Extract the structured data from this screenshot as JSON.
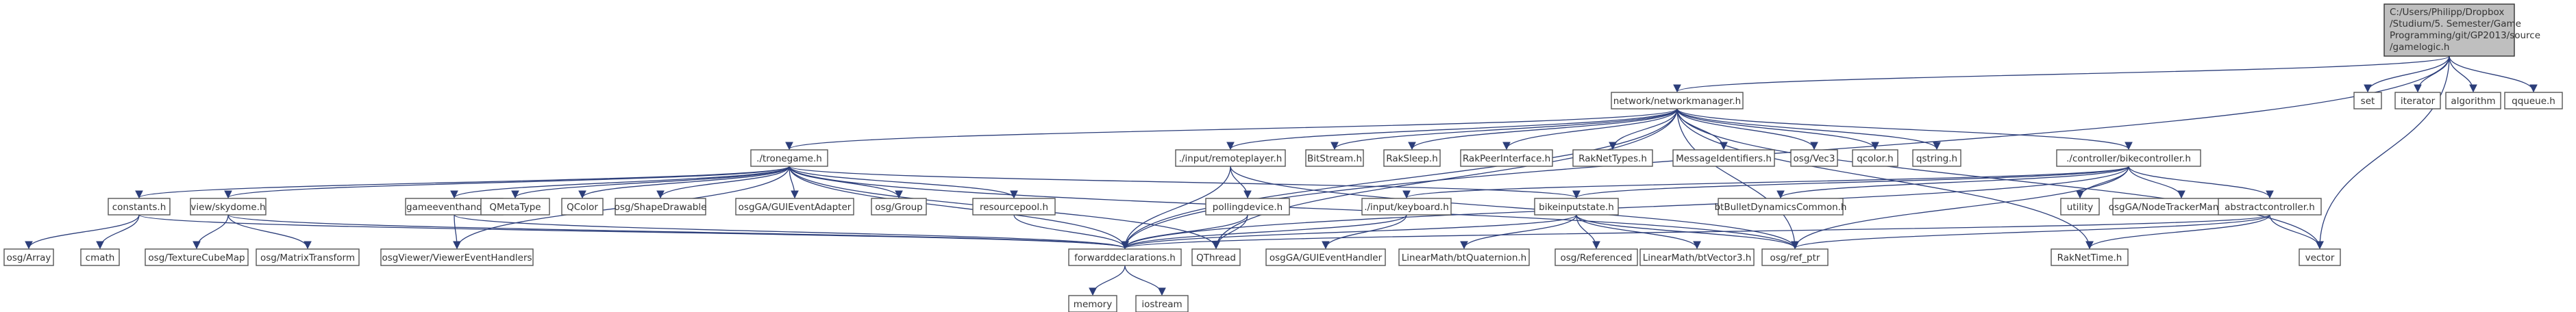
{
  "root": {
    "lines": [
      "C:/Users/Philipp/Dropbox",
      "/Studium/5. Semester/Game",
      "Programming/git/GP2013/source",
      "/gamelogic.h"
    ]
  },
  "nodes": {
    "set": "set",
    "iterator": "iterator",
    "algorithm": "algorithm",
    "qqueue": "qqueue.h",
    "networkmanager": "network/networkmanager.h",
    "vector": "vector",
    "tronengame": "./tronegame.h",
    "remoteplayer": "./input/remoteplayer.h",
    "bitstream": "BitStream.h",
    "raksleep": "RakSleep.h",
    "rakpeerinterface": "RakPeerInterface.h",
    "raknettypes": "RakNetTypes.h",
    "messageidentifiers": "MessageIdentifiers.h",
    "osgvec3": "osg/Vec3",
    "qcolor_h": "qcolor.h",
    "qstring": "qstring.h",
    "bikecontroller": "./controller/bikecontroller.h",
    "constants": "constants.h",
    "skydome": "view/skydome.h",
    "gameeventhandler": "gameeventhandler.h",
    "qmetatype": "QMetaType",
    "qcolor": "QColor",
    "shapedrawable": "osg/ShapeDrawable",
    "guieventadapter": "osgGA/GUIEventAdapter",
    "osggroup": "osg/Group",
    "resourcepool": "resourcepool.h",
    "pollingdevice": "pollingdevice.h",
    "keyboard": "./input/keyboard.h",
    "bikeinputstate": "bikeinputstate.h",
    "btbulletdyn": "btBulletDynamicsCommon.h",
    "utility": "utility",
    "nodetracker": "osgGA/NodeTrackerManipulator",
    "abstractcontroller": "abstractcontroller.h",
    "osgarray": "osg/Array",
    "cmath": "cmath",
    "texturecubemap": "osg/TextureCubeMap",
    "matrixtransform": "osg/MatrixTransform",
    "viewereventhandlers": "osgViewer/ViewerEventHandlers",
    "forwarddecl": "forwarddeclarations.h",
    "qthread": "QThread",
    "guieventhandler": "osgGA/GUIEventHandler",
    "btquaternion": "LinearMath/btQuaternion.h",
    "osgreferenced": "osg/Referenced",
    "btvector3": "LinearMath/btVector3.h",
    "refptr": "osg/ref_ptr",
    "raknettime": "RakNetTime.h",
    "memory": "memory",
    "iostream": "iostream"
  },
  "colors": {
    "edge": "#2c3e7a",
    "root_fill": "#bfbfbf",
    "node_border": "#555555"
  }
}
